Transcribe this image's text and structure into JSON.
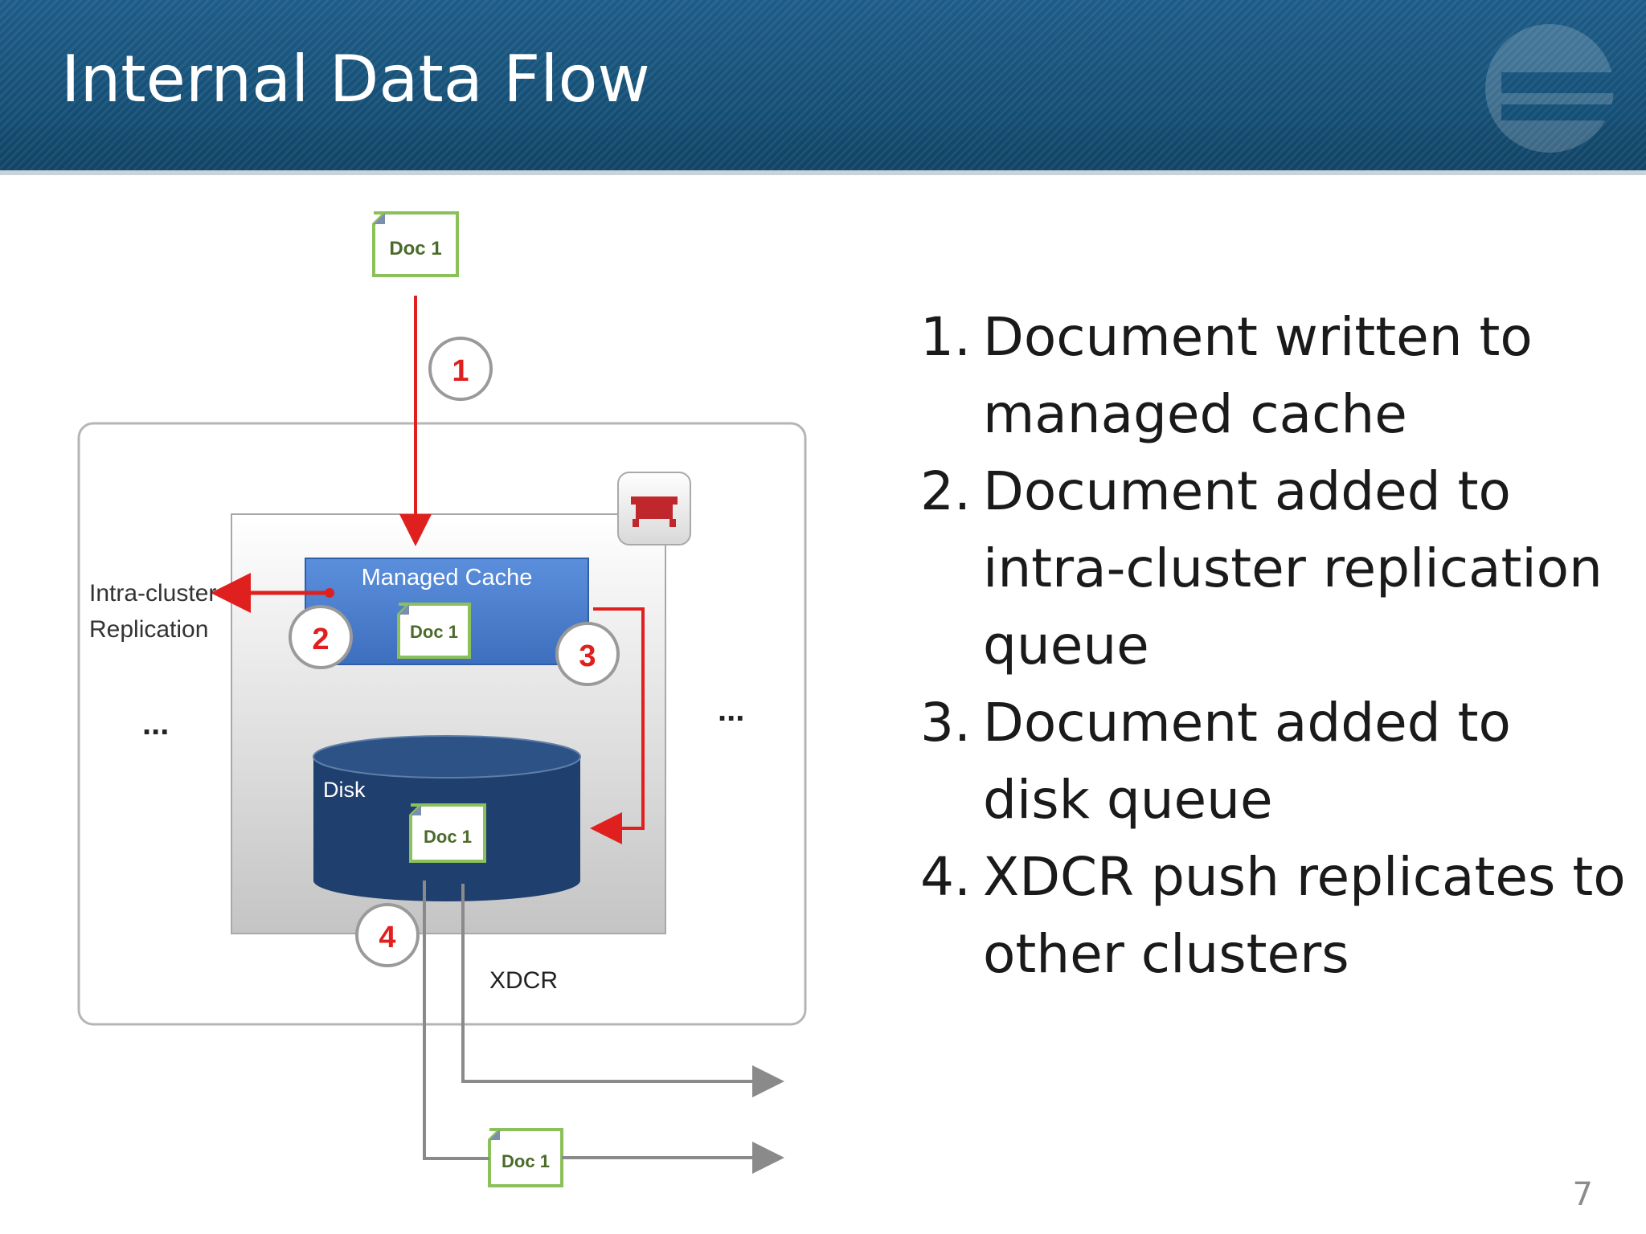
{
  "slide": {
    "title": "Internal Data Flow",
    "page_number": "7"
  },
  "steps": [
    {
      "number": "1.",
      "text": "Document written to managed cache"
    },
    {
      "number": "2.",
      "text": "Document added to intra-cluster replication queue"
    },
    {
      "number": "3.",
      "text": "Document added to disk queue"
    },
    {
      "number": "4.",
      "text": "XDCR push replicates to other clusters"
    }
  ],
  "diagram": {
    "doc_label": "Doc 1",
    "managed_cache_label": "Managed Cache",
    "disk_label": "Disk",
    "xdcr_label": "XDCR",
    "intra_cluster_label_1": "Intra-cluster",
    "intra_cluster_label_2": "Replication",
    "ellipsis": "...",
    "markers": [
      "1",
      "2",
      "3",
      "4"
    ],
    "colors": {
      "arrow_red": "#e0201f",
      "cache_blue": "#4a7fd1",
      "disk_navy": "#1f3f6e",
      "doc_green": "#8cc05a"
    }
  }
}
